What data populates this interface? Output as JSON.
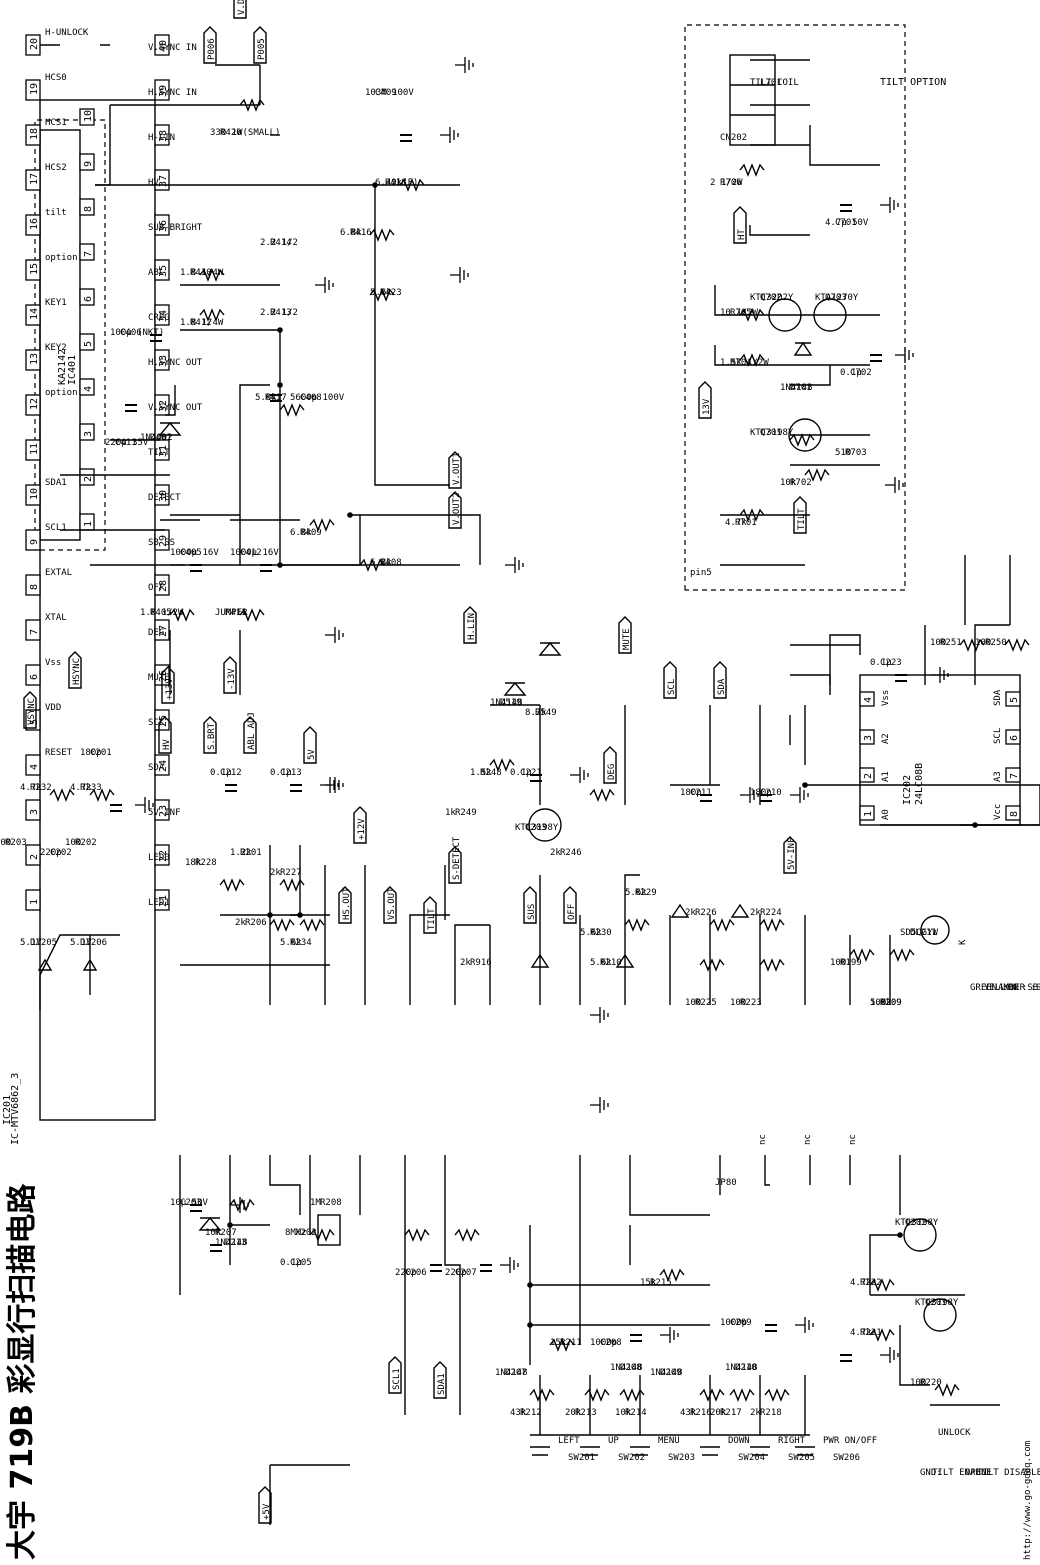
{
  "title": "大宇 719B 彩显行扫描电路",
  "watermark": "http://www.go-gddq.com",
  "ic201": {
    "ref": "IC201",
    "part": "IC-MTV6862_3",
    "left_pins": [
      {
        "n": "40",
        "name": "V.SYNC IN"
      },
      {
        "n": "39",
        "name": "H.SYNC IN"
      },
      {
        "n": "38",
        "name": "H-LIN"
      },
      {
        "n": "37",
        "name": "HV"
      },
      {
        "n": "36",
        "name": "SUB-BRIGHT"
      },
      {
        "n": "35",
        "name": "ABL"
      },
      {
        "n": "34",
        "name": "CREG"
      },
      {
        "n": "33",
        "name": "H.SYNC OUT"
      },
      {
        "n": "32",
        "name": "V.SYNC OUT"
      },
      {
        "n": "31",
        "name": "TILT"
      },
      {
        "n": "30",
        "name": "DETECT"
      },
      {
        "n": "29",
        "name": "SB SS"
      },
      {
        "n": "28",
        "name": "OFF"
      },
      {
        "n": "27",
        "name": "DEG"
      },
      {
        "n": "26",
        "name": "MUTE"
      },
      {
        "n": "25",
        "name": "SCL"
      },
      {
        "n": "24",
        "name": "SDA"
      },
      {
        "n": "23",
        "name": "5V-INF"
      },
      {
        "n": "22",
        "name": "LED0"
      },
      {
        "n": "21",
        "name": "LED1"
      }
    ],
    "right_pins": [
      {
        "n": "1",
        "name": ""
      },
      {
        "n": "2",
        "name": ""
      },
      {
        "n": "3",
        "name": ""
      },
      {
        "n": "4",
        "name": "RESET"
      },
      {
        "n": "5",
        "name": "VDD"
      },
      {
        "n": "6",
        "name": "Vss"
      },
      {
        "n": "7",
        "name": "XTAL"
      },
      {
        "n": "8",
        "name": "EXTAL"
      },
      {
        "n": "9",
        "name": "SCL1"
      },
      {
        "n": "10",
        "name": "SDA1"
      },
      {
        "n": "11",
        "name": ""
      },
      {
        "n": "12",
        "name": "option"
      },
      {
        "n": "13",
        "name": "KEY2"
      },
      {
        "n": "14",
        "name": "KEY1"
      },
      {
        "n": "15",
        "name": "option"
      },
      {
        "n": "16",
        "name": "tilt"
      },
      {
        "n": "17",
        "name": "HCS2"
      },
      {
        "n": "18",
        "name": "HCS1"
      },
      {
        "n": "19",
        "name": "HCS0"
      },
      {
        "n": "20",
        "name": "H-UNLOCK"
      }
    ]
  },
  "ic401": {
    "ref": "IC401",
    "part": "KA2142",
    "pins": [
      "1",
      "2",
      "3",
      "4",
      "5",
      "6",
      "7",
      "8",
      "9",
      "10"
    ]
  },
  "ic202": {
    "ref": "IC202",
    "part": "24LC08B",
    "pins": [
      {
        "n": "1",
        "name": "A0"
      },
      {
        "n": "2",
        "name": "A1"
      },
      {
        "n": "3",
        "name": "A2"
      },
      {
        "n": "4",
        "name": "Vss"
      },
      {
        "n": "8",
        "name": "Vcc"
      },
      {
        "n": "7",
        "name": "A3"
      },
      {
        "n": "6",
        "name": "SCL"
      },
      {
        "n": "5",
        "name": "SDA"
      }
    ]
  },
  "connectors": {
    "vdy": "V.DY",
    "p006": "P006",
    "p005": "P005",
    "vout1": "V.OUT1",
    "vout2": "V.OUT2",
    "vsync": "VSYNC",
    "hsync": "HSYNC",
    "p13v": "+13V",
    "m13v": "-13V",
    "hlin": "H.LIN",
    "hv": "HV",
    "sbrt": "S.BRT",
    "abladj": "ABL ADJ",
    "v5": "5V",
    "p12v": "+12V",
    "mute": "MUTE",
    "scl": "SCL",
    "sda": "SDA",
    "v5inf": "5V-INF",
    "hsout": "HS.OUT",
    "vsout": "VS.OUT",
    "tilt": "TILT",
    "sdetect": "S-DETECT",
    "sus": "SUS",
    "off": "OFF",
    "deg": "DEG",
    "scl1": "SCL1",
    "sda1": "SDA1",
    "p5v": "+5V",
    "ht": "HT",
    "v13": "13V",
    "tilt2": "TILT"
  },
  "components": [
    {
      "ref": "R420",
      "val": "330 1W(SMALL)"
    },
    {
      "ref": "C409",
      "val": "103M 100V"
    },
    {
      "ref": "R418",
      "val": "6.49k(F)"
    },
    {
      "ref": "R416",
      "val": "6.8k"
    },
    {
      "ref": "R423",
      "val": "5.6k"
    },
    {
      "ref": "R414",
      "val": "2.2 1/2"
    },
    {
      "ref": "R413",
      "val": "2.2 1/2"
    },
    {
      "ref": "R410",
      "val": "1.8 1/4W"
    },
    {
      "ref": "R412",
      "val": "1.8 1/4W"
    },
    {
      "ref": "C406",
      "val": "100μ (NKT)"
    },
    {
      "ref": "C411",
      "val": "220μ 35V"
    },
    {
      "ref": "D401",
      "val": "1N4002"
    },
    {
      "ref": "R417",
      "val": "5.6k"
    },
    {
      "ref": "C408",
      "val": "5600p 100V"
    },
    {
      "ref": "C405",
      "val": "1000μ 16V"
    },
    {
      "ref": "C412",
      "val": "1000μ 16V"
    },
    {
      "ref": "R409",
      "val": "6.8k"
    },
    {
      "ref": "R408",
      "val": "6.8k"
    },
    {
      "ref": "R405",
      "val": "1.8 1/2W"
    },
    {
      "ref": "R411",
      "val": "JUMPER"
    },
    {
      "ref": "R232",
      "val": "4.7k"
    },
    {
      "ref": "R233",
      "val": "4.7k"
    },
    {
      "ref": "C201",
      "val": "180p"
    },
    {
      "ref": "R203",
      "val": "100"
    },
    {
      "ref": "R202",
      "val": "100"
    },
    {
      "ref": "C202",
      "val": "220p"
    },
    {
      "ref": "DZ205",
      "val": "5.1V"
    },
    {
      "ref": "DZ206",
      "val": "5.1V"
    },
    {
      "ref": "C212",
      "val": "0.1μ"
    },
    {
      "ref": "C213",
      "val": "0.1μ"
    },
    {
      "ref": "R228",
      "val": "18k"
    },
    {
      "ref": "R201",
      "val": "1.2k"
    },
    {
      "ref": "R227",
      "val": "2k"
    },
    {
      "ref": "R206",
      "val": "2k"
    },
    {
      "ref": "R234",
      "val": "5.6k"
    },
    {
      "ref": "D519",
      "val": "1N4148"
    },
    {
      "ref": "R549",
      "val": "8.2k"
    },
    {
      "ref": "C221",
      "val": "0.1μ"
    },
    {
      "ref": "R248",
      "val": "1.5k"
    },
    {
      "ref": "R249",
      "val": "1k"
    },
    {
      "ref": "Q203",
      "val": "KTC3198Y"
    },
    {
      "ref": "R246",
      "val": "2k"
    },
    {
      "ref": "R916",
      "val": "2k"
    },
    {
      "ref": "R230",
      "val": "5.6k"
    },
    {
      "ref": "R229",
      "val": "5.6k"
    },
    {
      "ref": "C211",
      "val": "180p"
    },
    {
      "ref": "C210",
      "val": "180p"
    },
    {
      "ref": "R226",
      "val": "2k"
    },
    {
      "ref": "R224",
      "val": "2k"
    },
    {
      "ref": "R225",
      "val": "100"
    },
    {
      "ref": "R223",
      "val": "100"
    },
    {
      "ref": "R199",
      "val": "100"
    },
    {
      "ref": "R209",
      "val": "100"
    },
    {
      "ref": "DL211",
      "val": "SD5QGYW"
    },
    {
      "ref": "C223",
      "val": "0.1μ"
    },
    {
      "ref": "R251",
      "val": "100"
    },
    {
      "ref": "R250",
      "val": "100"
    },
    {
      "ref": "C203",
      "val": "10μ 50V"
    },
    {
      "ref": "D213",
      "val": "1N4148"
    },
    {
      "ref": "R207",
      "val": "10k"
    },
    {
      "ref": "C205",
      "val": "0.1μ"
    },
    {
      "ref": "X202",
      "val": "8MHz"
    },
    {
      "ref": "R208",
      "val": "1M"
    },
    {
      "ref": "R209",
      "val": "5.6k"
    },
    {
      "ref": "R210",
      "val": "5.6k"
    },
    {
      "ref": "C206",
      "val": "220p"
    },
    {
      "ref": "C207",
      "val": "220p"
    },
    {
      "ref": "R215",
      "val": "15k"
    },
    {
      "ref": "C209",
      "val": "1000p"
    },
    {
      "ref": "R211",
      "val": "15k"
    },
    {
      "ref": "C208",
      "val": "1000p"
    },
    {
      "ref": "D207",
      "val": "1N4148"
    },
    {
      "ref": "D208",
      "val": "1N4148"
    },
    {
      "ref": "D209",
      "val": "1N4148"
    },
    {
      "ref": "D210",
      "val": "1N4148"
    },
    {
      "ref": "R212",
      "val": "43k"
    },
    {
      "ref": "R213",
      "val": "20k"
    },
    {
      "ref": "R214",
      "val": "10k"
    },
    {
      "ref": "R216",
      "val": "43k"
    },
    {
      "ref": "R217",
      "val": "20k"
    },
    {
      "ref": "R218",
      "val": "2k"
    },
    {
      "ref": "Q202",
      "val": "KTC3198Y"
    },
    {
      "ref": "Q201",
      "val": "KTC3198Y"
    },
    {
      "ref": "R222",
      "val": "4.7k"
    },
    {
      "ref": "R221",
      "val": "4.7k"
    },
    {
      "ref": "R220",
      "val": "100"
    },
    {
      "ref": "JP80",
      "val": ""
    },
    {
      "ref": "L701",
      "val": "TILT COIL"
    },
    {
      "ref": "CN202",
      "val": ""
    },
    {
      "ref": "R706",
      "val": "2 1/2W"
    },
    {
      "ref": "C701",
      "val": "4.7μ 50V"
    },
    {
      "ref": "R705",
      "val": "10 1/2W"
    },
    {
      "ref": "Q702",
      "val": "KTC3202Y"
    },
    {
      "ref": "Q703",
      "val": "KTA1270Y"
    },
    {
      "ref": "R704",
      "val": "1.5k 1/2W"
    },
    {
      "ref": "D701",
      "val": "1N4148"
    },
    {
      "ref": "C702",
      "val": "0.1μ"
    },
    {
      "ref": "Q701",
      "val": "KTC3198Y"
    },
    {
      "ref": "R702",
      "val": "10k"
    },
    {
      "ref": "R703",
      "val": "510"
    },
    {
      "ref": "R701",
      "val": "4.7k"
    }
  ],
  "switches": [
    {
      "ref": "SW201",
      "label": "LEFT"
    },
    {
      "ref": "SW202",
      "label": "UP"
    },
    {
      "ref": "SW203",
      "label": "MENU"
    },
    {
      "ref": "SW204",
      "label": "DOWN"
    },
    {
      "ref": "SW205",
      "label": "RIGHT"
    },
    {
      "ref": "SW206",
      "label": "PWR ON/OFF"
    }
  ],
  "notes": {
    "tilt_option": "TILT OPTION",
    "pin5": "pin5",
    "led_legend": [
      "GREEN :ON",
      "YELLOW :SB.SS",
      "AMBER :SLEEP"
    ],
    "led_k": "K",
    "gnd_note": [
      "GND:",
      "TILT ENABLE"
    ],
    "open_note": [
      "OPEN:",
      "TILT DISABLE"
    ],
    "unlock": "UNLOCK",
    "hcs": [
      "nc",
      "nc",
      "nc"
    ]
  }
}
